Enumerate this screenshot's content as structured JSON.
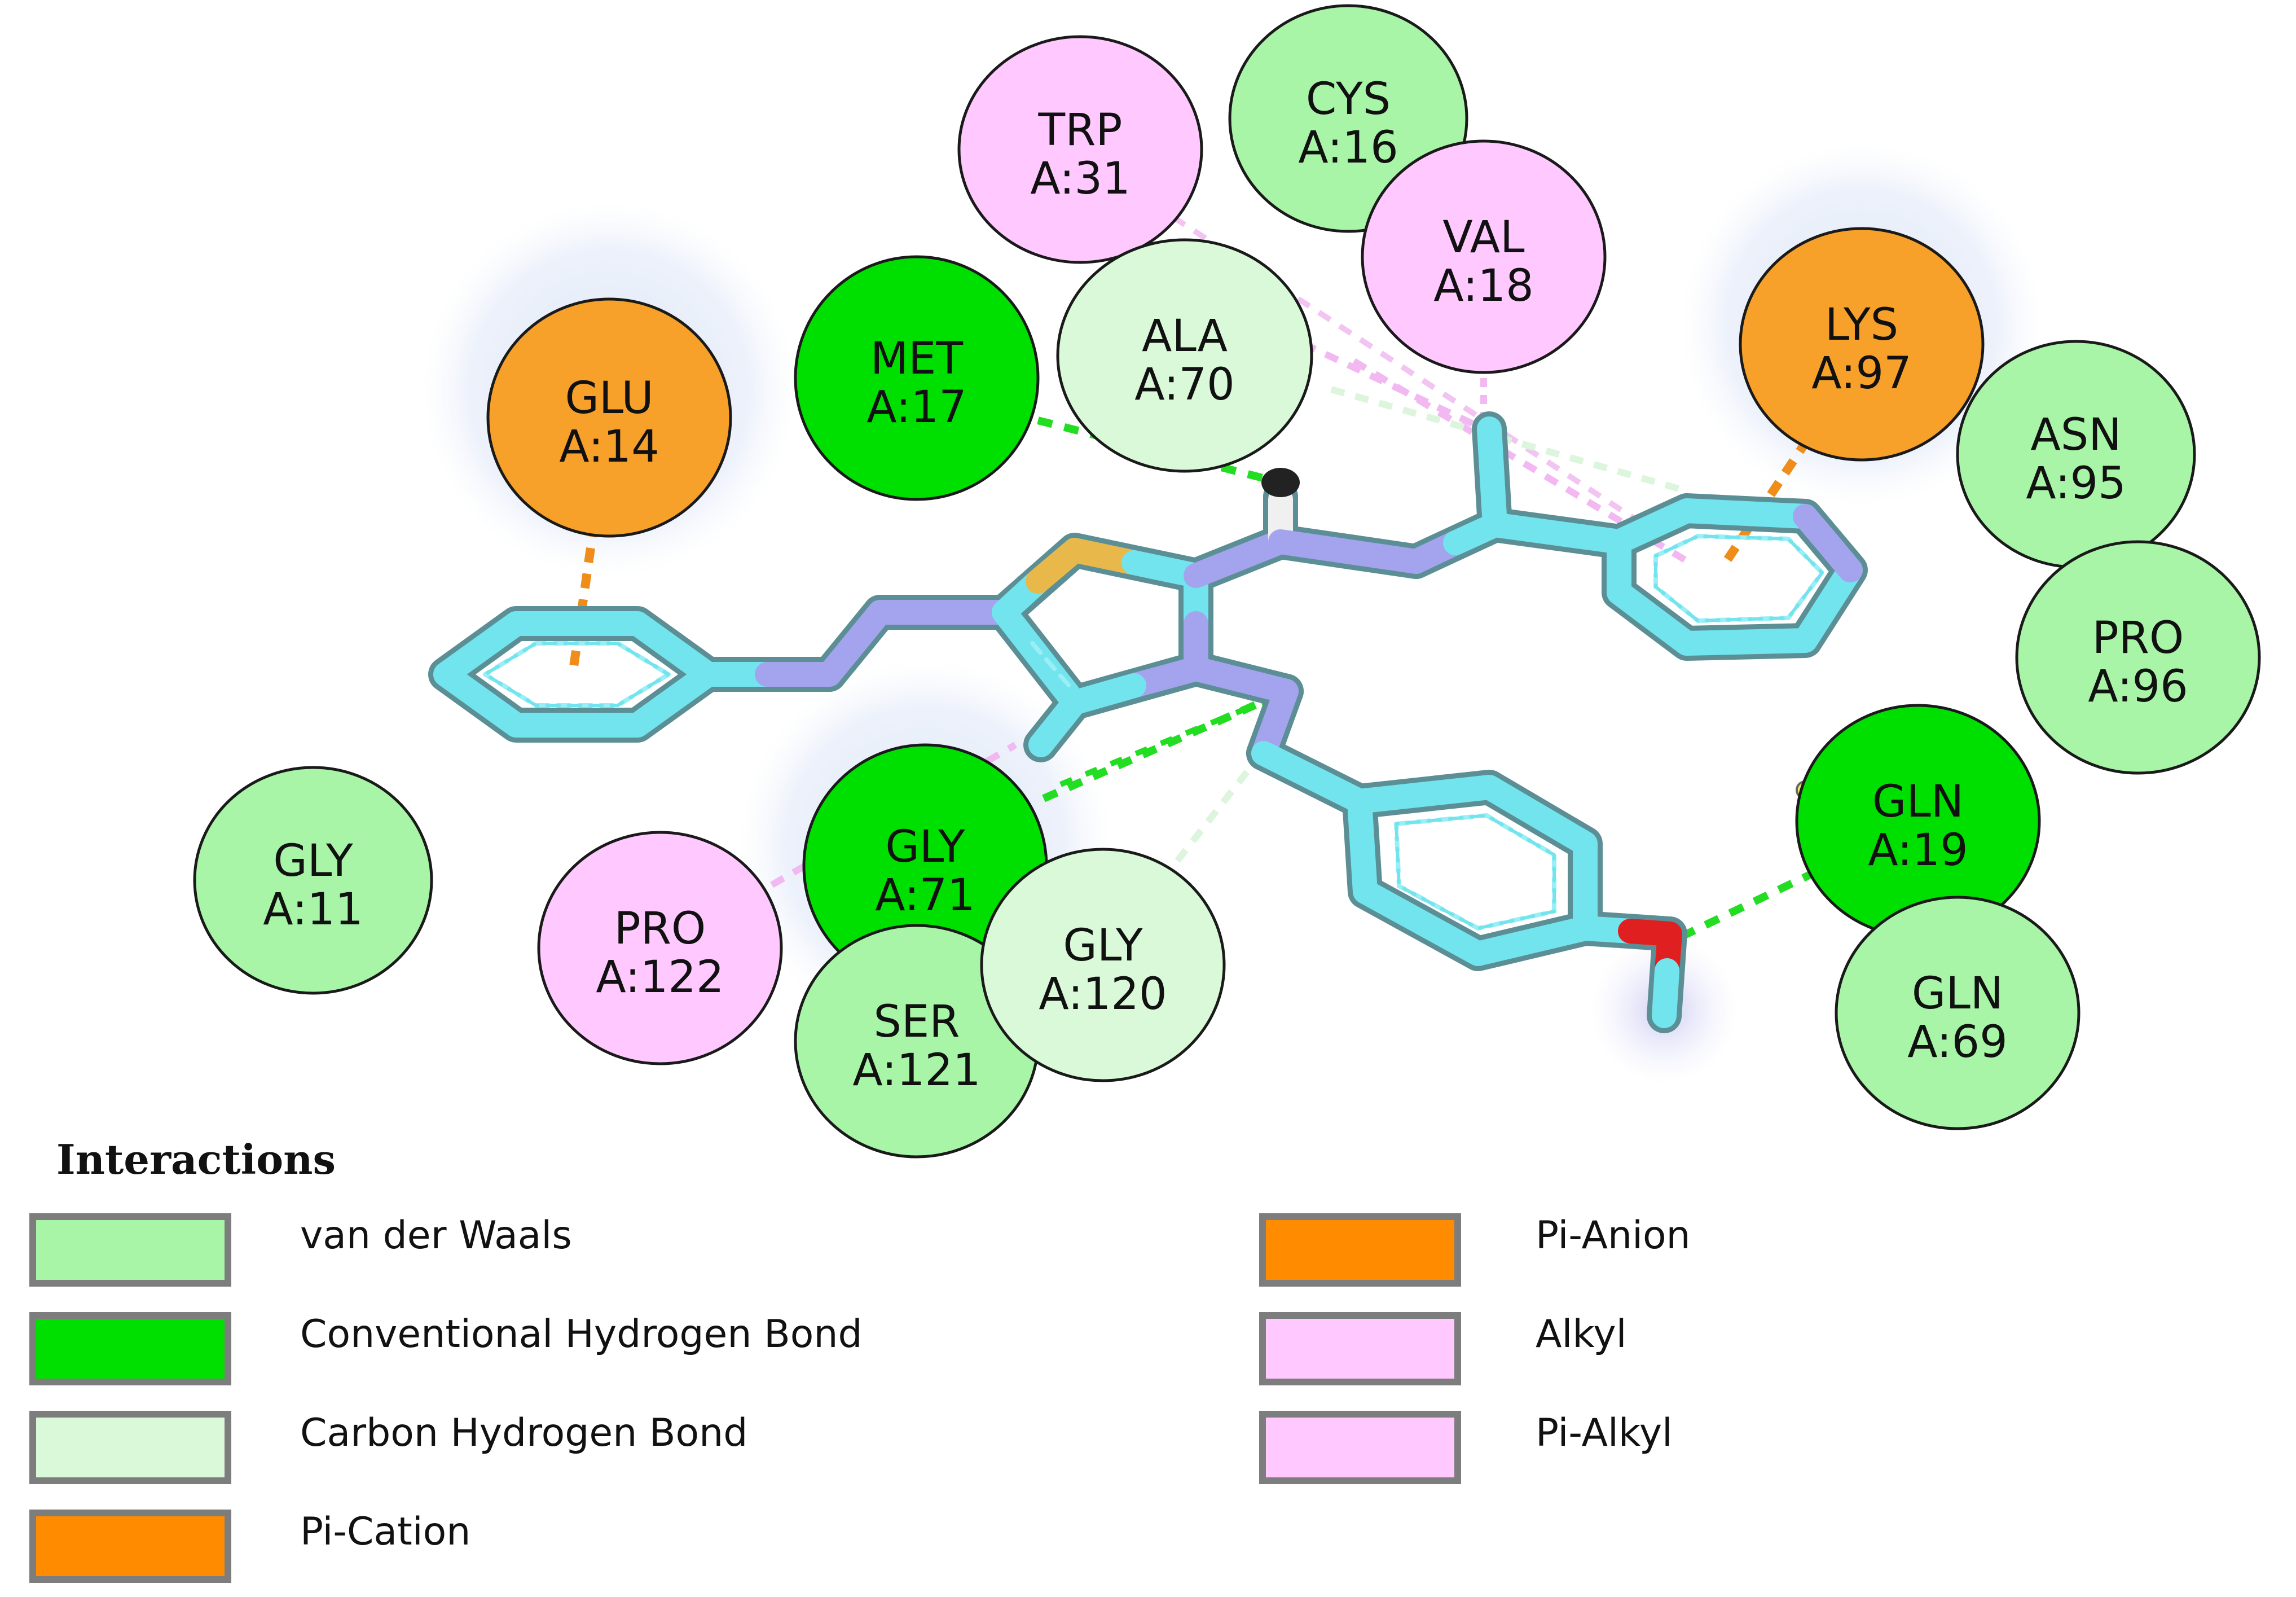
{
  "legend": {
    "title": "Interactions",
    "items": [
      {
        "label": "van der Waals",
        "color": "#a8f5a8"
      },
      {
        "label": "Conventional Hydrogen Bond",
        "color": "#00e000"
      },
      {
        "label": "Carbon Hydrogen Bond",
        "color": "#d9f9d9"
      },
      {
        "label": "Pi-Cation",
        "color": "#ff8c00"
      },
      {
        "label": "Pi-Anion",
        "color": "#ff8c00"
      },
      {
        "label": "Alkyl",
        "color": "#ffc8ff"
      },
      {
        "label": "Pi-Alkyl",
        "color": "#ffc8ff"
      }
    ]
  },
  "residues": [
    {
      "name": "CYS",
      "id": "A:16",
      "type": "van der Waals",
      "fill": "#a8f5a8"
    },
    {
      "name": "TRP",
      "id": "A:31",
      "type": "Pi-Alkyl",
      "fill": "#ffc8ff"
    },
    {
      "name": "VAL",
      "id": "A:18",
      "type": "Alkyl",
      "fill": "#ffc8ff"
    },
    {
      "name": "ALA",
      "id": "A:70",
      "type": "Carbon Hydrogen Bond",
      "fill": "#d9f9d9"
    },
    {
      "name": "MET",
      "id": "A:17",
      "type": "Conventional Hydrogen Bond",
      "fill": "#00e000"
    },
    {
      "name": "GLU",
      "id": "A:14",
      "type": "Pi-Anion",
      "fill": "#f7a12a"
    },
    {
      "name": "LYS",
      "id": "A:97",
      "type": "Pi-Cation",
      "fill": "#f7a12a"
    },
    {
      "name": "ASN",
      "id": "A:95",
      "type": "van der Waals",
      "fill": "#a8f5a8"
    },
    {
      "name": "PRO",
      "id": "A:96",
      "type": "van der Waals",
      "fill": "#a8f5a8"
    },
    {
      "name": "GLN",
      "id": "A:19",
      "type": "Conventional Hydrogen Bond",
      "fill": "#00e000"
    },
    {
      "name": "GLN",
      "id": "A:69",
      "type": "van der Waals",
      "fill": "#a8f5a8"
    },
    {
      "name": "GLY",
      "id": "A:11",
      "type": "van der Waals",
      "fill": "#a8f5a8"
    },
    {
      "name": "GLY",
      "id": "A:71",
      "type": "Conventional Hydrogen Bond",
      "fill": "#00e000"
    },
    {
      "name": "PRO",
      "id": "A:122",
      "type": "Alkyl",
      "fill": "#ffc8ff"
    },
    {
      "name": "SER",
      "id": "A:121",
      "type": "van der Waals",
      "fill": "#a8f5a8"
    },
    {
      "name": "GLY",
      "id": "A:120",
      "type": "Carbon Hydrogen Bond",
      "fill": "#d9f9d9"
    }
  ],
  "colors": {
    "carbon": "#72e4ee",
    "nitrogen": "#a3a3ee",
    "sulfur": "#e8b84a",
    "oxygen": "#e02020",
    "hbond": "#22dd22",
    "pi_charge": "#f08c1a",
    "alkyl": "#f2b8f2",
    "carbon_hbond": "#dcf5dc"
  }
}
